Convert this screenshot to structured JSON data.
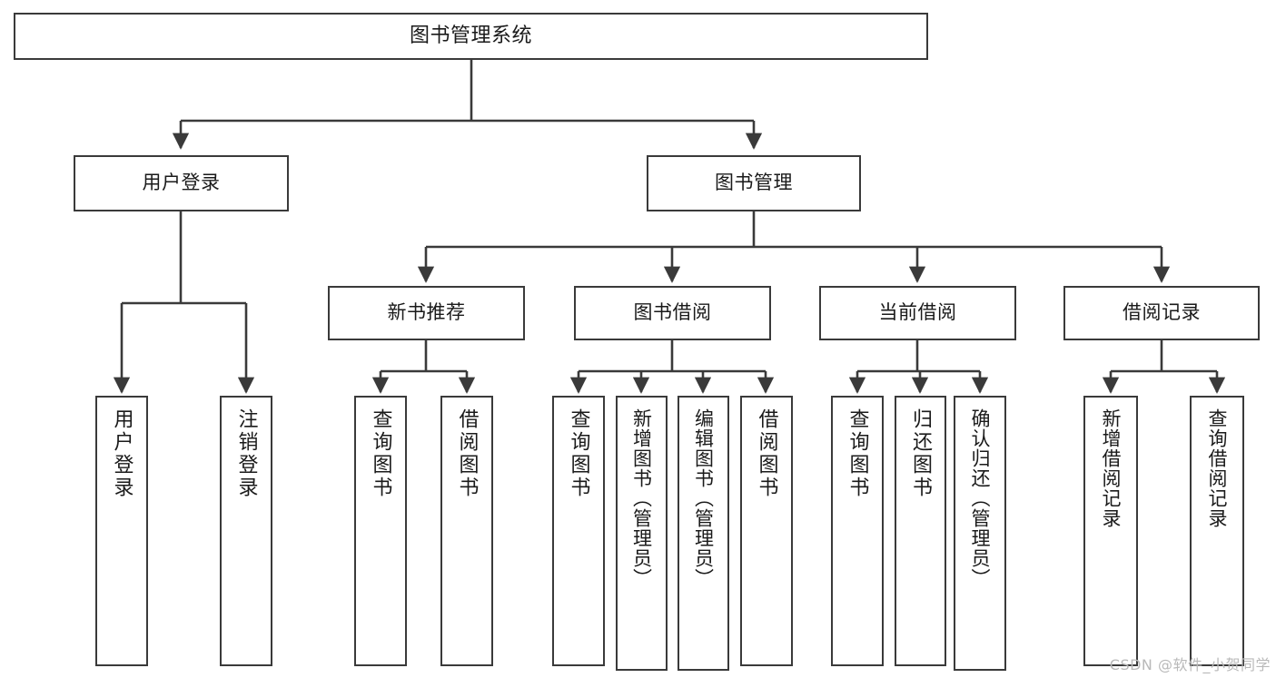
{
  "diagram": {
    "type": "tree-hierarchy-flowchart",
    "root": {
      "label": "图书管理系统"
    },
    "level2": [
      {
        "id": "user-login",
        "label": "用户登录"
      },
      {
        "id": "book-manage",
        "label": "图书管理"
      }
    ],
    "level3": [
      {
        "id": "new-book-rec",
        "label": "新书推荐"
      },
      {
        "id": "book-borrow",
        "label": "图书借阅"
      },
      {
        "id": "current-borrow",
        "label": "当前借阅"
      },
      {
        "id": "borrow-record",
        "label": "借阅记录"
      }
    ],
    "leaves": [
      {
        "id": "leaf-user-login",
        "label": "用户登录"
      },
      {
        "id": "leaf-logout-login",
        "label": "注销登录"
      },
      {
        "id": "leaf-query-book-1",
        "label": "查询图书"
      },
      {
        "id": "leaf-borrow-book-1",
        "label": "借阅图书"
      },
      {
        "id": "leaf-query-book-2",
        "label": "查询图书"
      },
      {
        "id": "leaf-add-book-admin",
        "label": "新增图书（管理员）"
      },
      {
        "id": "leaf-edit-book-admin",
        "label": "编辑图书（管理员）"
      },
      {
        "id": "leaf-borrow-book-2",
        "label": "借阅图书"
      },
      {
        "id": "leaf-query-book-3",
        "label": "查询图书"
      },
      {
        "id": "leaf-return-book",
        "label": "归还图书"
      },
      {
        "id": "leaf-confirm-return",
        "label": "确认归还（管理员）"
      },
      {
        "id": "leaf-add-record",
        "label": "新增借阅记录"
      },
      {
        "id": "leaf-query-record",
        "label": "查询借阅记录"
      }
    ],
    "colors": {
      "stroke": "#3a3a3a",
      "fill": "#ffffff",
      "text": "#1a1a1a",
      "watermark": "#b9b9b9"
    }
  },
  "watermark": {
    "text": "CSDN @软件_小贺同学"
  }
}
